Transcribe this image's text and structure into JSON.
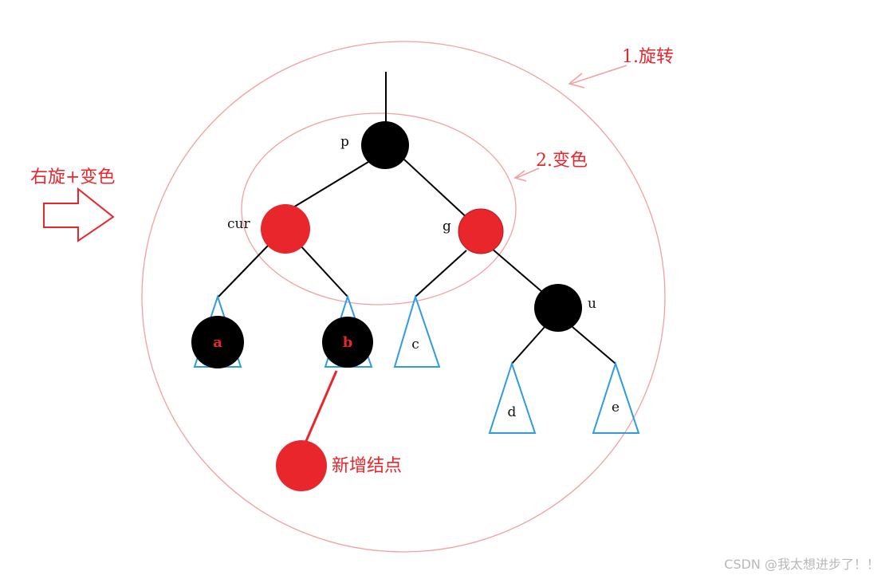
{
  "labels": {
    "rotate_step": "1.旋转",
    "recolor_step": "2.变色",
    "operation": "右旋+变色",
    "new_node": "新增结点",
    "watermark": "CSDN @我太想进步了！！"
  },
  "nodes": {
    "p": "p",
    "cur": "cur",
    "g": "g",
    "u": "u",
    "a": "a",
    "b": "b"
  },
  "subtrees": {
    "c": "c",
    "d": "d",
    "e": "e"
  },
  "colors": {
    "red": "#e8262c",
    "black": "#000000",
    "subtree_blue": "#2f9be0",
    "circle_outline": "#f2a0a0"
  }
}
